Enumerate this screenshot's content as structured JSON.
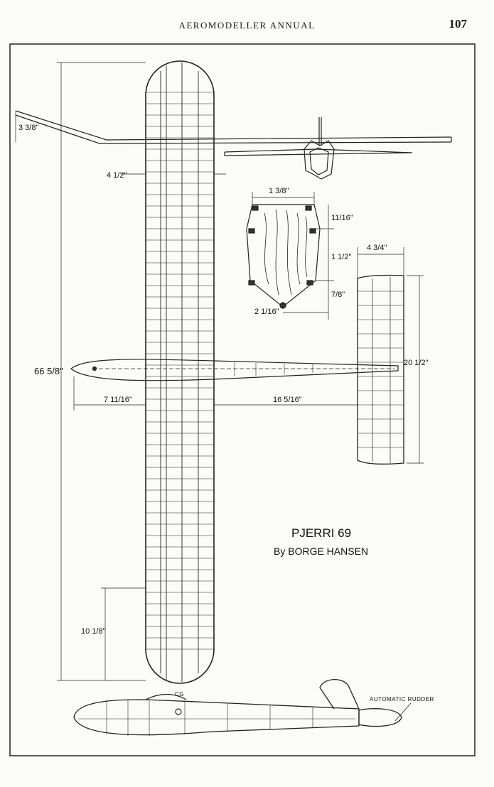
{
  "header": {
    "title": "AEROMODELLER ANNUAL",
    "page_number": "107"
  },
  "drawing": {
    "title": "PJERRI 69",
    "author": "By BORGE HANSEN",
    "labels": {
      "cg": "CG",
      "automatic_rudder": "AUTOMATIC RUDDER"
    },
    "dimensions": {
      "span": "66 5/8\"",
      "dihedral": "3 3/8\"",
      "wing_chord": "4 1/2\"",
      "nose_moment": "7 11/16\"",
      "tail_moment": "16 5/16\"",
      "tail_span": "20 1/2\"",
      "tail_chord": "4 3/4\"",
      "tip_length": "10 1/8\"",
      "section_width_top": "1 3/8\"",
      "section_height_a": "11/16\"",
      "section_height_b": "1 1/2\"",
      "section_height_c": "7/8\"",
      "section_width_bottom": "2 1/16\""
    }
  }
}
